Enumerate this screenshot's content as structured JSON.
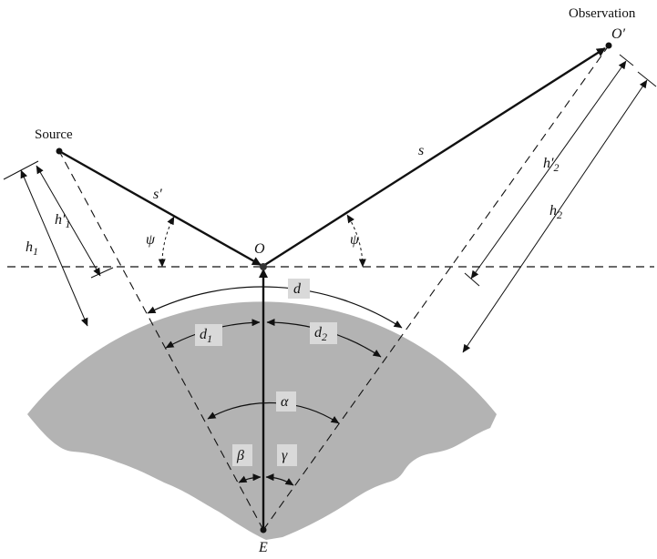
{
  "colors": {
    "earth_fill": "#b3b3b3",
    "ink": "#111111",
    "label_bg": "#d9d9d9"
  },
  "labels": {
    "source": "Source",
    "observation": "Observation",
    "o_prime": "O′",
    "o": "O",
    "e": "E",
    "s": "s",
    "s_prime": "s′",
    "psi": "ψ",
    "d": "d",
    "d1": "d",
    "d1_sub": "1",
    "d2": "d",
    "d2_sub": "2",
    "alpha": "α",
    "beta": "β",
    "gamma": "γ",
    "h1": "h",
    "h1_sub": "1",
    "h1p": "h′",
    "h1p_sub": "1",
    "h2": "h",
    "h2_sub": "2",
    "h2p": "h′",
    "h2p_sub": "2"
  }
}
